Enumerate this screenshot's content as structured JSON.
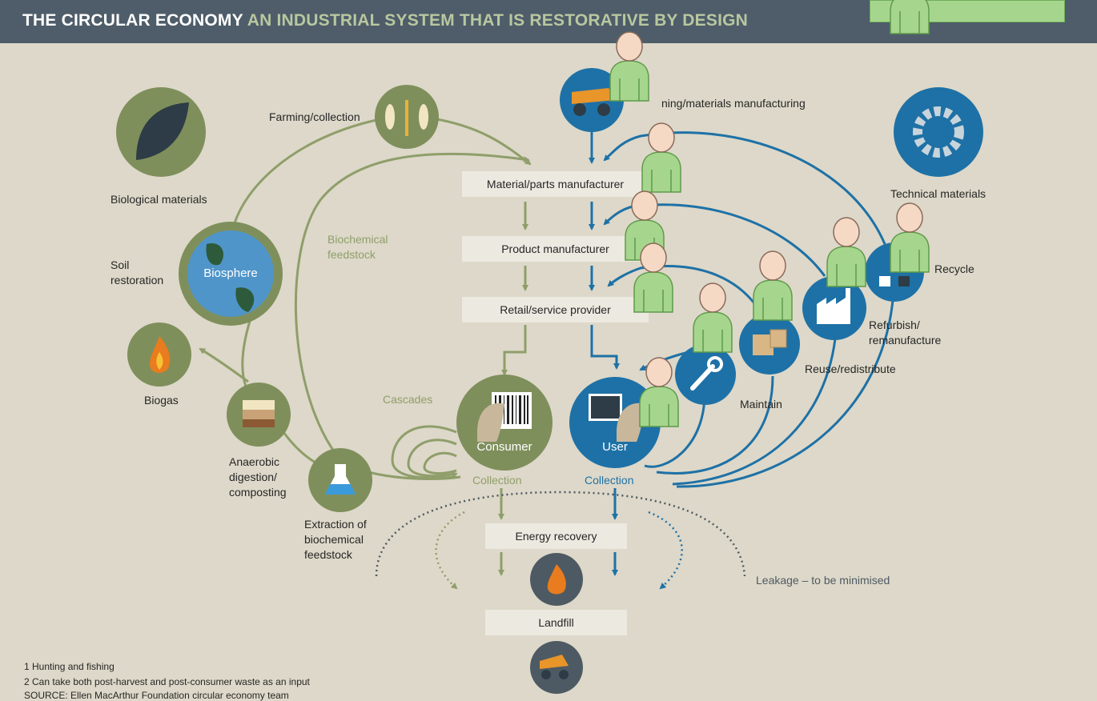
{
  "header": {
    "title_bold": "THE CIRCULAR ECONOMY",
    "title_rest": "AN INDUSTRIAL SYSTEM THAT IS RESTORATIVE BY DESIGN"
  },
  "colors": {
    "header_bg": "#4e5d69",
    "background": "#ddd8c9",
    "bio_green": "#8f9e6a",
    "tech_blue": "#1e71a6",
    "dark_grey": "#4e5a63",
    "overlay_green": "#a6d68d"
  },
  "labels": {
    "farming": "Farming/collection",
    "mining": "ning/materials manufacturing",
    "biological_materials": "Biological materials",
    "technical_materials": "Technical materials",
    "soil_restoration": "Soil restoration",
    "biosphere": "Biosphere",
    "biochemical_feedstock": "Biochemical feedstock",
    "biogas": "Biogas",
    "cascades": "Cascades",
    "consumer": "Consumer",
    "user": "User",
    "collection_bio": "Collection",
    "collection_tech": "Collection",
    "anaerobic": "Anaerobic digestion/ composting",
    "extraction": "Extraction of biochemical feedstock",
    "maintain": "Maintain",
    "reuse": "Reuse/redistribute",
    "refurbish": "Refurbish/ remanufacture",
    "recycle": "Recycle",
    "leakage": "Leakage – to be minimised"
  },
  "boxes": {
    "material_parts": "Material/parts manufacturer",
    "product": "Product manufacturer",
    "retail": "Retail/service provider",
    "energy": "Energy recovery",
    "landfill": "Landfill"
  },
  "footnotes": [
    "1 Hunting and fishing",
    "2 Can take both post-harvest and post-consumer waste as an input",
    "SOURCE: Ellen MacArthur Foundation circular economy team"
  ],
  "icons": [
    "leaf-icon",
    "grain-fish-icon",
    "globe-icon",
    "flame-icon",
    "soil-icon",
    "flask-icon",
    "barcode-icon",
    "computer-icon",
    "mining-truck-icon",
    "gear-icon",
    "wrench-icon",
    "boxes-icon",
    "factory-icon",
    "recycle-icon",
    "dump-truck-icon",
    "person-icon"
  ]
}
